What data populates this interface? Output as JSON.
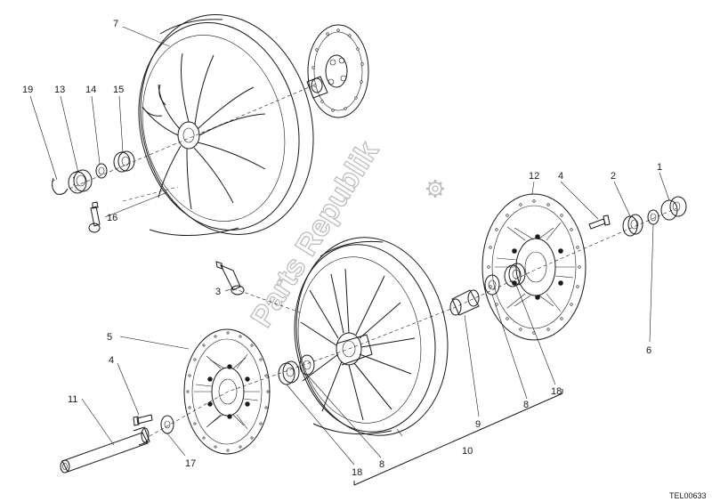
{
  "watermark": {
    "text": "Parts Republik",
    "icon": "gear-icon"
  },
  "reference_code": "TEL00633",
  "callouts": {
    "c1": "1",
    "c2": "2",
    "c3": "3",
    "c4a": "4",
    "c4b": "4",
    "c5": "5",
    "c6": "6",
    "c7": "7",
    "c8a": "8",
    "c8b": "8",
    "c9": "9",
    "c10": "10",
    "c11": "11",
    "c12": "12",
    "c13": "13",
    "c14": "14",
    "c15": "15",
    "c16": "16",
    "c17": "17",
    "c18a": "18",
    "c18b": "18",
    "c19": "19"
  }
}
